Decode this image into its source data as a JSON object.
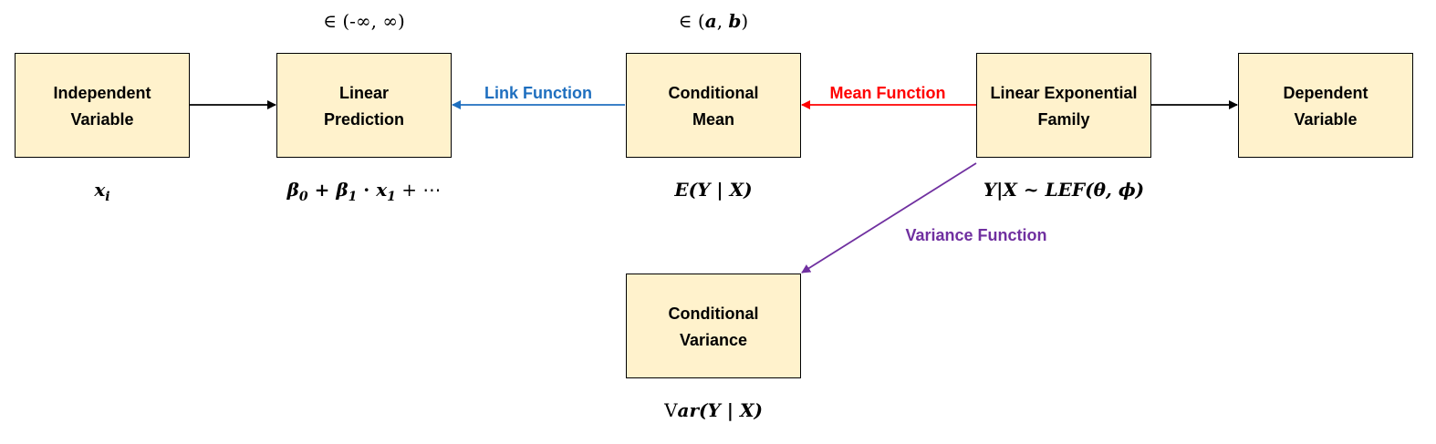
{
  "nodes": {
    "independent_variable": {
      "line1": "Independent",
      "line2": "Variable"
    },
    "linear_prediction": {
      "line1": "Linear",
      "line2": "Prediction"
    },
    "conditional_mean": {
      "line1": "Conditional",
      "line2": "Mean"
    },
    "linear_exponential_family": {
      "line1": "Linear Exponential",
      "line2": "Family"
    },
    "dependent_variable": {
      "line1": "Dependent",
      "line2": "Variable"
    },
    "conditional_variance": {
      "line1": "Conditional",
      "line2": "Variance"
    }
  },
  "edges": {
    "link_function": {
      "label": "Link Function",
      "color": "#1f6fbf"
    },
    "mean_function": {
      "label": "Mean Function",
      "color": "#ff0000"
    },
    "variance_function": {
      "label": "Variance Function",
      "color": "#7030a0"
    },
    "plain_color": "#000000"
  },
  "annotations": {
    "range_real": "∈ (-∞, ∞)",
    "range_ab": {
      "prefix": "∈ (",
      "a": "a",
      "sep": ", ",
      "b": "b",
      "suffix": ")"
    },
    "x_i": {
      "base": "x",
      "sub": "i"
    },
    "linear_predictor": {
      "beta": "β",
      "sub0": "0",
      "plus1": " + ",
      "sub1": "1",
      "dot": " · ",
      "x": "x",
      "subx": "1",
      "tail": " + ⋯"
    },
    "cond_mean": "E(Y | X)",
    "lef": "Y|X ~ LEF(θ, ϕ)",
    "variance": {
      "prefix": "V",
      "rest": "ar(Y | X)"
    }
  },
  "colors": {
    "box_fill": "#fff2cc",
    "box_stroke": "#000000"
  }
}
